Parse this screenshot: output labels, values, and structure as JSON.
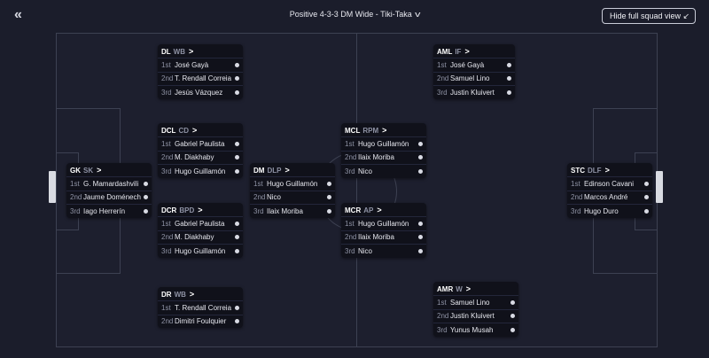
{
  "header": {
    "collapse_icon": "double-chevron-left-icon",
    "collapse_glyph": "«",
    "tactic_name": "Positive 4-3-3 DM Wide - Tiki-Taka",
    "tactic_dropdown_glyph": "v",
    "hide_button_label": "Hide full squad view",
    "hide_button_icon": "collapse-arrows-icon",
    "hide_button_glyph": "↙"
  },
  "cards": [
    {
      "id": "dl",
      "position": "DL",
      "role": "WB",
      "arrow": ">",
      "rows": [
        {
          "rank": "1st",
          "name": "José Gayà"
        },
        {
          "rank": "2nd",
          "name": "T. Rendall Correia"
        },
        {
          "rank": "3rd",
          "name": "Jesús Vázquez"
        }
      ]
    },
    {
      "id": "aml",
      "position": "AML",
      "role": "IF",
      "arrow": ">",
      "rows": [
        {
          "rank": "1st",
          "name": "José Gayà"
        },
        {
          "rank": "2nd",
          "name": "Samuel Lino"
        },
        {
          "rank": "3rd",
          "name": "Justin Kluivert"
        }
      ]
    },
    {
      "id": "dcl",
      "position": "DCL",
      "role": "CD",
      "arrow": ">",
      "rows": [
        {
          "rank": "1st",
          "name": "Gabriel Paulista"
        },
        {
          "rank": "2nd",
          "name": "M. Diakhaby"
        },
        {
          "rank": "3rd",
          "name": "Hugo Guillamón"
        }
      ]
    },
    {
      "id": "mcl",
      "position": "MCL",
      "role": "RPM",
      "arrow": ">",
      "rows": [
        {
          "rank": "1st",
          "name": "Hugo Guillamón"
        },
        {
          "rank": "2nd",
          "name": "Ilaix Moriba"
        },
        {
          "rank": "3rd",
          "name": "Nico"
        }
      ]
    },
    {
      "id": "gk",
      "position": "GK",
      "role": "SK",
      "arrow": ">",
      "rows": [
        {
          "rank": "1st",
          "name": "G. Mamardashvili"
        },
        {
          "rank": "2nd",
          "name": "Jaume Doménech"
        },
        {
          "rank": "3rd",
          "name": "Iago Herrerín"
        }
      ]
    },
    {
      "id": "dm",
      "position": "DM",
      "role": "DLP",
      "arrow": ">",
      "rows": [
        {
          "rank": "1st",
          "name": "Hugo Guillamón"
        },
        {
          "rank": "2nd",
          "name": "Nico"
        },
        {
          "rank": "3rd",
          "name": "Ilaix Moriba"
        }
      ]
    },
    {
      "id": "stc",
      "position": "STC",
      "role": "DLF",
      "arrow": ">",
      "rows": [
        {
          "rank": "1st",
          "name": "Edinson Cavani"
        },
        {
          "rank": "2nd",
          "name": "Marcos André"
        },
        {
          "rank": "3rd",
          "name": "Hugo Duro"
        }
      ]
    },
    {
      "id": "dcr",
      "position": "DCR",
      "role": "BPD",
      "arrow": ">",
      "rows": [
        {
          "rank": "1st",
          "name": "Gabriel Paulista"
        },
        {
          "rank": "2nd",
          "name": "M. Diakhaby"
        },
        {
          "rank": "3rd",
          "name": "Hugo Guillamón"
        }
      ]
    },
    {
      "id": "mcr",
      "position": "MCR",
      "role": "AP",
      "arrow": ">",
      "rows": [
        {
          "rank": "1st",
          "name": "Hugo Guillamón"
        },
        {
          "rank": "2nd",
          "name": "Ilaix Moriba"
        },
        {
          "rank": "3rd",
          "name": "Nico"
        }
      ]
    },
    {
      "id": "dr",
      "position": "DR",
      "role": "WB",
      "arrow": ">",
      "rows": [
        {
          "rank": "1st",
          "name": "T. Rendall Correia"
        },
        {
          "rank": "2nd",
          "name": "Dimitri Foulquier"
        }
      ]
    },
    {
      "id": "amr",
      "position": "AMR",
      "role": "W",
      "arrow": ">",
      "rows": [
        {
          "rank": "1st",
          "name": "Samuel Lino"
        },
        {
          "rank": "2nd",
          "name": "Justin Kluivert"
        },
        {
          "rank": "3rd",
          "name": "Yunus Musah"
        }
      ]
    }
  ]
}
